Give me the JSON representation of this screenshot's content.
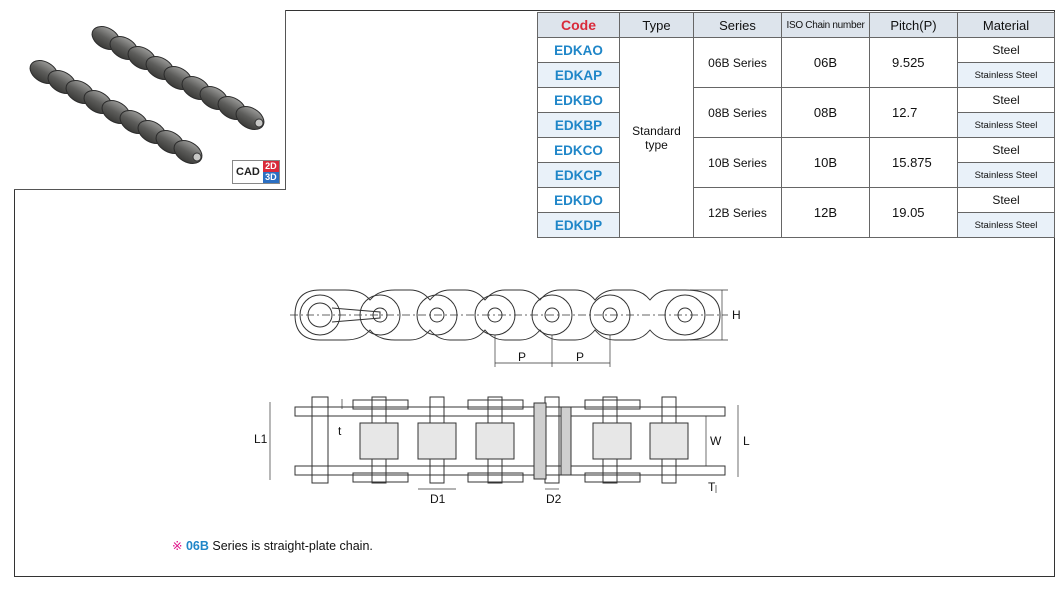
{
  "table": {
    "headers": [
      "Code",
      "Type",
      "Series",
      "ISO Chain number",
      "Pitch(P)",
      "Material"
    ],
    "type_value": "Standard type",
    "groups": [
      {
        "series": "06B Series",
        "iso": "06B",
        "pitch": "9.525",
        "rows": [
          {
            "code": "EDKAO",
            "material": "Steel"
          },
          {
            "code": "EDKAP",
            "material": "Stainless Steel"
          }
        ]
      },
      {
        "series": "08B Series",
        "iso": "08B",
        "pitch": "12.7",
        "rows": [
          {
            "code": "EDKBO",
            "material": "Steel"
          },
          {
            "code": "EDKBP",
            "material": "Stainless Steel"
          }
        ]
      },
      {
        "series": "10B Series",
        "iso": "10B",
        "pitch": "15.875",
        "rows": [
          {
            "code": "EDKCO",
            "material": "Steel"
          },
          {
            "code": "EDKCP",
            "material": "Stainless Steel"
          }
        ]
      },
      {
        "series": "12B Series",
        "iso": "12B",
        "pitch": "19.05",
        "rows": [
          {
            "code": "EDKDO",
            "material": "Steel"
          },
          {
            "code": "EDKDP",
            "material": "Stainless Steel"
          }
        ]
      }
    ]
  },
  "badge": {
    "cad": "CAD",
    "two_d": "2D",
    "three_d": "3D"
  },
  "drawing": {
    "labels": {
      "pitch": "P",
      "height": "H",
      "l1": "L1",
      "t_small": "t",
      "w": "W",
      "l": "L",
      "t_big": "T",
      "d1": "D1",
      "d2": "D2"
    }
  },
  "note": {
    "mark": "※",
    "highlight": "06B",
    "text": " Series is straight-plate chain."
  },
  "colors": {
    "code_red": "#d92a3a",
    "code_blue": "#1f86c8",
    "header_bg": "#dde4ec",
    "note_pink": "#e0158a"
  }
}
